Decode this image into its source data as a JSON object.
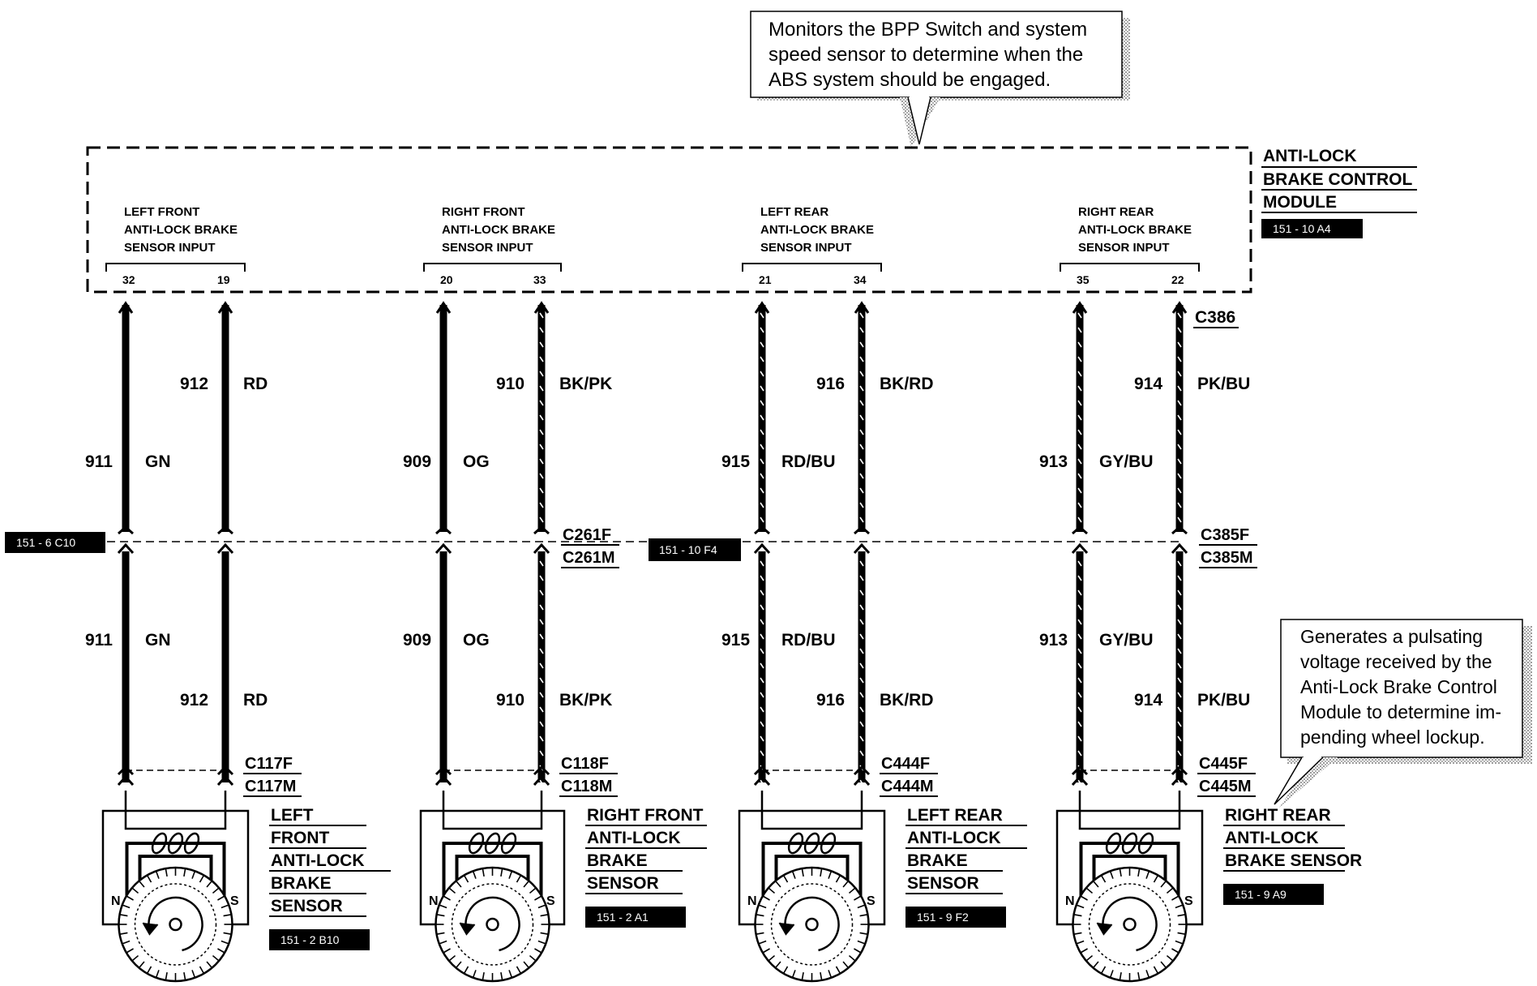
{
  "callouts": {
    "top": [
      "Monitors the BPP Switch and system",
      "speed sensor to determine when the",
      "ABS system should be engaged."
    ],
    "bottom": [
      "Generates a pulsating",
      "voltage received by the",
      "Anti-Lock Brake Control",
      "Module to determine im-",
      "pending wheel lockup."
    ]
  },
  "module": {
    "title": [
      "ANTI-LOCK",
      "BRAKE CONTROL",
      "MODULE"
    ],
    "ref": "151 - 10 A4",
    "connector": "C386",
    "inputs": [
      {
        "label": [
          "LEFT FRONT",
          "ANTI-LOCK BRAKE",
          "SENSOR INPUT"
        ],
        "pins": [
          "32",
          "19"
        ]
      },
      {
        "label": [
          "RIGHT FRONT",
          "ANTI-LOCK BRAKE",
          "SENSOR INPUT"
        ],
        "pins": [
          "20",
          "33"
        ]
      },
      {
        "label": [
          "LEFT REAR",
          "ANTI-LOCK BRAKE",
          "SENSOR INPUT"
        ],
        "pins": [
          "21",
          "34"
        ]
      },
      {
        "label": [
          "RIGHT REAR",
          "ANTI-LOCK BRAKE",
          "SENSOR INPUT"
        ],
        "pins": [
          "35",
          "22"
        ]
      }
    ]
  },
  "inline_refs": {
    "left": "151 - 6 C10",
    "middle": "151 - 10 F4"
  },
  "channels": [
    {
      "wire_a": {
        "circuit": "911",
        "color": "GN"
      },
      "wire_b": {
        "circuit": "912",
        "color": "RD"
      },
      "mid_connector": [],
      "sensor_connector": [
        "C117F",
        "C117M"
      ],
      "sensor_name": [
        "LEFT",
        "FRONT",
        "ANTI-LOCK",
        "BRAKE",
        "SENSOR"
      ],
      "sensor_ref": "151 - 2 B10"
    },
    {
      "wire_a": {
        "circuit": "909",
        "color": "OG"
      },
      "wire_b": {
        "circuit": "910",
        "color": "BK/PK"
      },
      "mid_connector": [
        "C261F",
        "C261M"
      ],
      "sensor_connector": [
        "C118F",
        "C118M"
      ],
      "sensor_name": [
        "RIGHT FRONT",
        "ANTI-LOCK",
        "BRAKE",
        "SENSOR"
      ],
      "sensor_ref": "151 - 2 A1"
    },
    {
      "wire_a": {
        "circuit": "915",
        "color": "RD/BU"
      },
      "wire_b": {
        "circuit": "916",
        "color": "BK/RD"
      },
      "mid_connector": [],
      "sensor_connector": [
        "C444F",
        "C444M"
      ],
      "sensor_name": [
        "LEFT REAR",
        "ANTI-LOCK",
        "BRAKE",
        "SENSOR"
      ],
      "sensor_ref": "151 - 9 F2"
    },
    {
      "wire_a": {
        "circuit": "913",
        "color": "GY/BU"
      },
      "wire_b": {
        "circuit": "914",
        "color": "PK/BU"
      },
      "mid_connector": [
        "C385F",
        "C385M"
      ],
      "sensor_connector": [
        "C445F",
        "C445M"
      ],
      "sensor_name": [
        "RIGHT REAR",
        "ANTI-LOCK",
        "BRAKE SENSOR"
      ],
      "sensor_ref": "151 - 9 A9"
    }
  ],
  "sensor_poles": {
    "n": "N",
    "s": "S"
  }
}
